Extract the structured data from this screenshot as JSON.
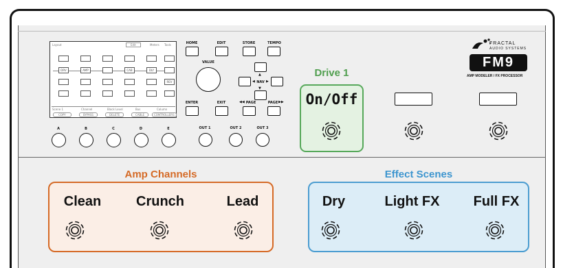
{
  "lcd": {
    "tabs": [
      "Layout",
      "Edit",
      "Meters",
      "Tools"
    ],
    "blocks": [
      "DRV",
      "AMP",
      "CAB",
      "DLY",
      "REV"
    ],
    "bottom_labels": [
      "Scene 1",
      "Channel",
      "Block Level",
      "Bus",
      "Column"
    ],
    "bottom_buttons": [
      "COPY",
      "BYPASS",
      "DELETE",
      "CABLE",
      "CONTROLLERS"
    ]
  },
  "soft_knob_labels": [
    "A",
    "B",
    "C",
    "D",
    "E"
  ],
  "top_buttons": [
    "HOME",
    "EDIT",
    "STORE",
    "TEMPO"
  ],
  "value_label": "VALUE",
  "nav_label": "NAV",
  "bottom_buttons": [
    "ENTER",
    "EXIT",
    "PAGE",
    "PAGE"
  ],
  "out_labels": [
    "OUT 1",
    "OUT 2",
    "OUT 3"
  ],
  "logo": {
    "brand_line1": "FRACTAL",
    "brand_line2": "AUDIO SYSTEMS",
    "model": "FM9",
    "tagline": "AMP MODELER / FX PROCESSOR"
  },
  "drive": {
    "title": "Drive 1",
    "label": "On/Off",
    "color": "#56a85a"
  },
  "amp_group": {
    "title": "Amp Channels",
    "color": "#d56a26",
    "switches": [
      "Clean",
      "Crunch",
      "Lead"
    ]
  },
  "fx_group": {
    "title": "Effect Scenes",
    "color": "#4a9cd0",
    "switches": [
      "Dry",
      "Light FX",
      "Full FX"
    ]
  }
}
